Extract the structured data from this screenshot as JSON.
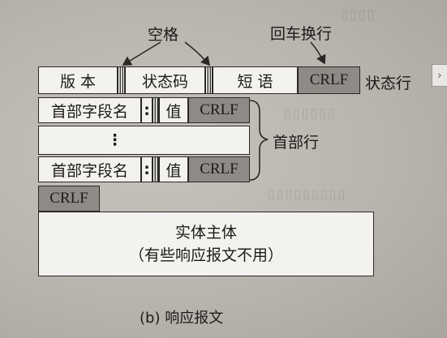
{
  "title": "(b) 响应报文",
  "callouts": {
    "spaces": "空格",
    "crlf_line": "回车换行",
    "status_line": "状态行",
    "header_lines": "首部行"
  },
  "status_line": {
    "version": "版 本",
    "status_code": "状态码",
    "phrase": "短 语",
    "crlf": "CRLF"
  },
  "header_lines": [
    {
      "field_name": "首部字段名",
      "colon": ":",
      "value": "值",
      "crlf": "CRLF"
    },
    {
      "field_name": "首部字段名",
      "colon": ":",
      "value": "值",
      "crlf": "CRLF"
    }
  ],
  "ellipsis": "⋮",
  "blank_line_crlf": "CRLF",
  "entity_body": {
    "title": "实体主体",
    "note": "（有些响应报文不用）"
  },
  "side_button": "›",
  "colors": {
    "background": "#b9b5ae",
    "box_fill": "#f4f2ee",
    "crlf_fill": "#8e8b87",
    "ink": "#2a2826"
  }
}
